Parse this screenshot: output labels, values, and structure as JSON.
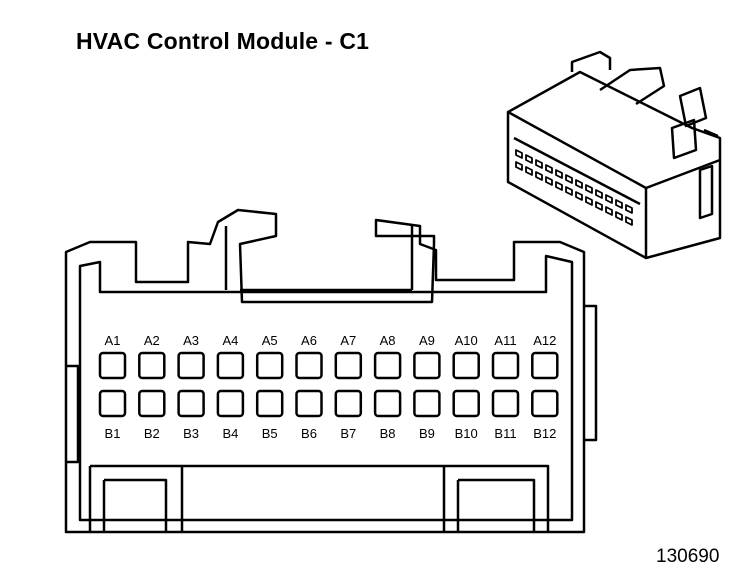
{
  "title": "HVAC Control Module - C1",
  "figure_id": "130690",
  "connector": {
    "row_a": [
      "A1",
      "A2",
      "A3",
      "A4",
      "A5",
      "A6",
      "A7",
      "A8",
      "A9",
      "A10",
      "A11",
      "A12"
    ],
    "row_b": [
      "B1",
      "B2",
      "B3",
      "B4",
      "B5",
      "B6",
      "B7",
      "B8",
      "B9",
      "B10",
      "B11",
      "B12"
    ]
  },
  "colors": {
    "line": "#000000",
    "background": "#ffffff"
  }
}
